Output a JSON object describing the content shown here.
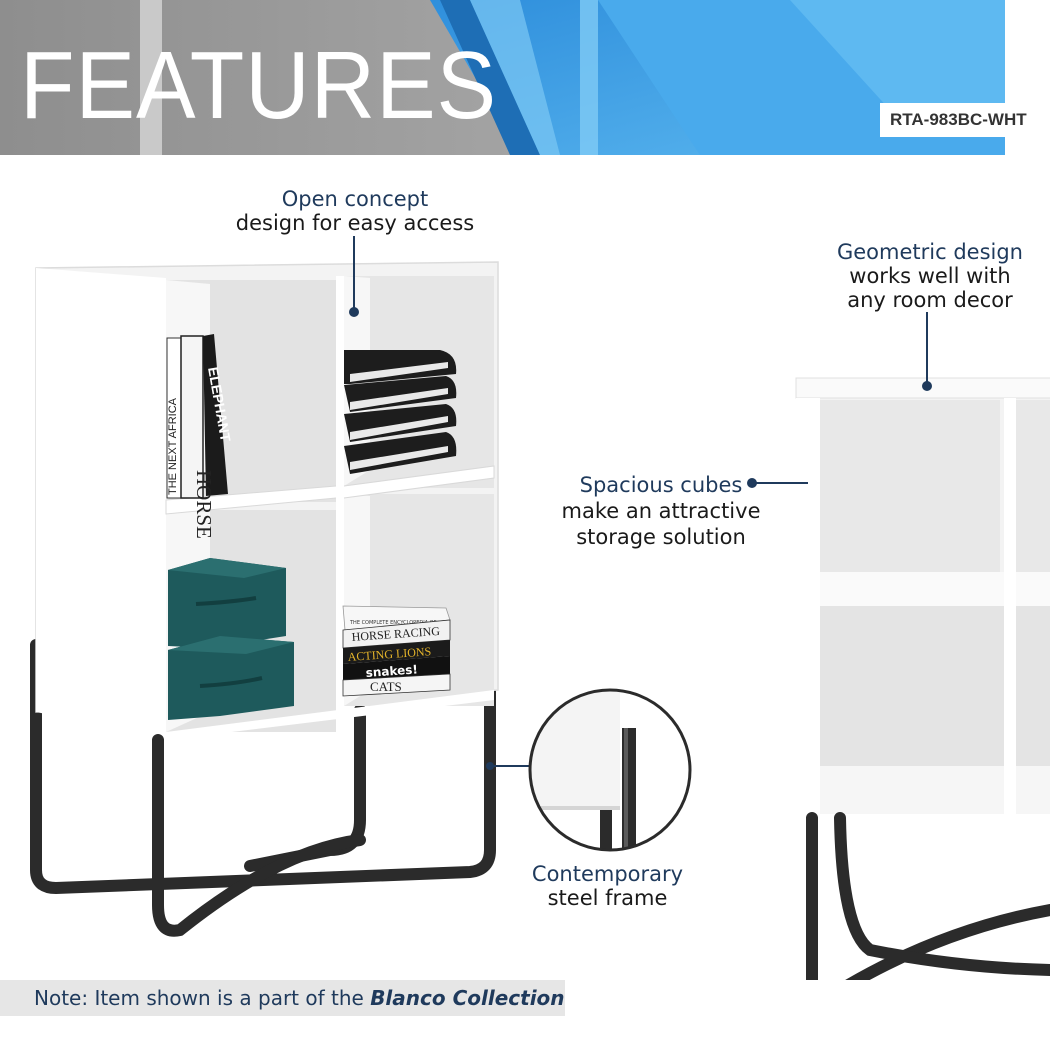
{
  "banner": {
    "title": "FEATURES",
    "sku": "RTA-983BC-WHT"
  },
  "callouts": {
    "open_concept": {
      "highlight": "Open concept",
      "rest": "design for easy access"
    },
    "geometric": {
      "highlight": "Geometric design",
      "rest_line1": "works well with",
      "rest_line2": "any room decor"
    },
    "spacious": {
      "highlight": "Spacious cubes",
      "rest_line1": "make an attractive",
      "rest_line2": "storage solution"
    },
    "steel": {
      "highlight": "Contemporary",
      "rest": "steel frame"
    }
  },
  "books": {
    "left_spines": [
      "THE NEXT AFRICA",
      "HORSE",
      "ELEPHANT"
    ],
    "stack": [
      "HORSE RACING",
      "ACTING LIONS",
      "snakes!",
      "CATS"
    ],
    "stack_top_small": "THE COMPLETE ENCYCLOPEDIA OF"
  },
  "note": {
    "prefix": "Note: Item shown is a part of the ",
    "collection": "Blanco Collection"
  },
  "colors": {
    "accent_navy": "#1f3a5c",
    "banner_blue": "#3aa0e8",
    "cabinet_white": "#f4f4f4",
    "steel_black": "#2b2b2b",
    "storage_box_teal": "#1e5a5c"
  }
}
